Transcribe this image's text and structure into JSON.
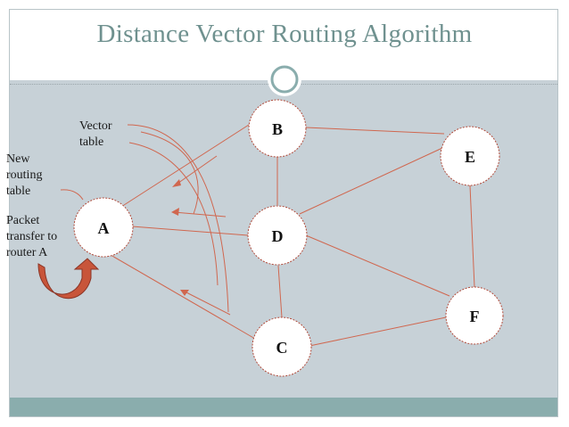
{
  "slide": {
    "title": "Distance Vector Routing Algorithm"
  },
  "nodes": [
    {
      "id": "A",
      "label": "A"
    },
    {
      "id": "B",
      "label": "B"
    },
    {
      "id": "C",
      "label": "C"
    },
    {
      "id": "D",
      "label": "D"
    },
    {
      "id": "E",
      "label": "E"
    },
    {
      "id": "F",
      "label": "F"
    }
  ],
  "edges": [
    [
      "A",
      "B"
    ],
    [
      "A",
      "D"
    ],
    [
      "A",
      "C"
    ],
    [
      "B",
      "D"
    ],
    [
      "B",
      "E"
    ],
    [
      "D",
      "E"
    ],
    [
      "D",
      "F"
    ],
    [
      "D",
      "C"
    ],
    [
      "E",
      "F"
    ],
    [
      "C",
      "F"
    ]
  ],
  "annotations": {
    "vector_table": "Vector table",
    "new_routing_table": "New routing table",
    "packet_transfer": "Packet transfer to router A"
  },
  "colors": {
    "edge": "#d0674f",
    "node_border": "#b04a3a",
    "arrow_fill": "#c8553a",
    "title": "#6f918f"
  }
}
